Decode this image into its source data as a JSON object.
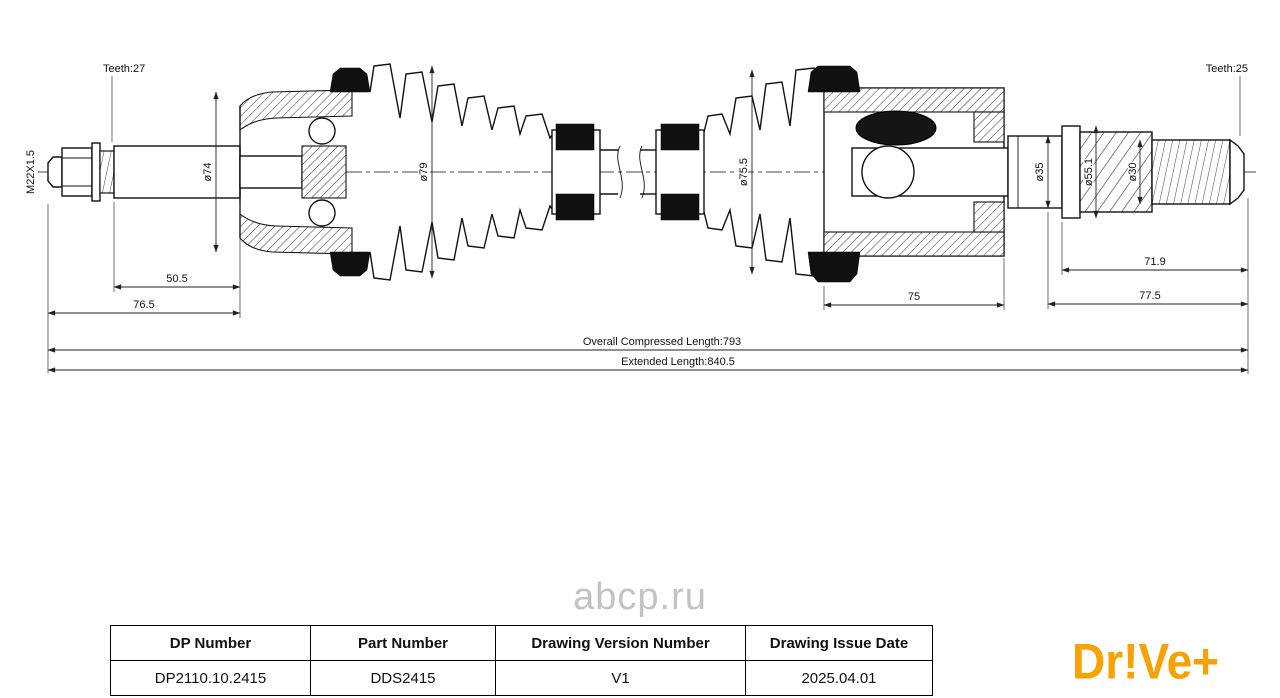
{
  "drawing": {
    "teeth_left": "Teeth:27",
    "teeth_right": "Teeth:25",
    "thread_label": "M22X1.5",
    "dia74": "ø74",
    "dia79": "ø79",
    "dia755": "ø75.5",
    "dia35": "ø35",
    "dia551": "ø55.1",
    "dia30": "ø30",
    "len505": "50.5",
    "len765": "76.5",
    "len75": "75",
    "len719": "71.9",
    "len775": "77.5",
    "overall": "Overall Compressed Length:793",
    "extended": "Extended Length:840.5"
  },
  "watermark": {
    "text": "abcp.ru"
  },
  "info_table": {
    "headers": [
      "DP Number",
      "Part Number",
      "Drawing Version Number",
      "Drawing Issue Date"
    ],
    "row": [
      "DP2110.10.2415",
      "DDS2415",
      "V1",
      "2025.04.01"
    ]
  },
  "brand": {
    "logo": "Dr!Ve+"
  }
}
